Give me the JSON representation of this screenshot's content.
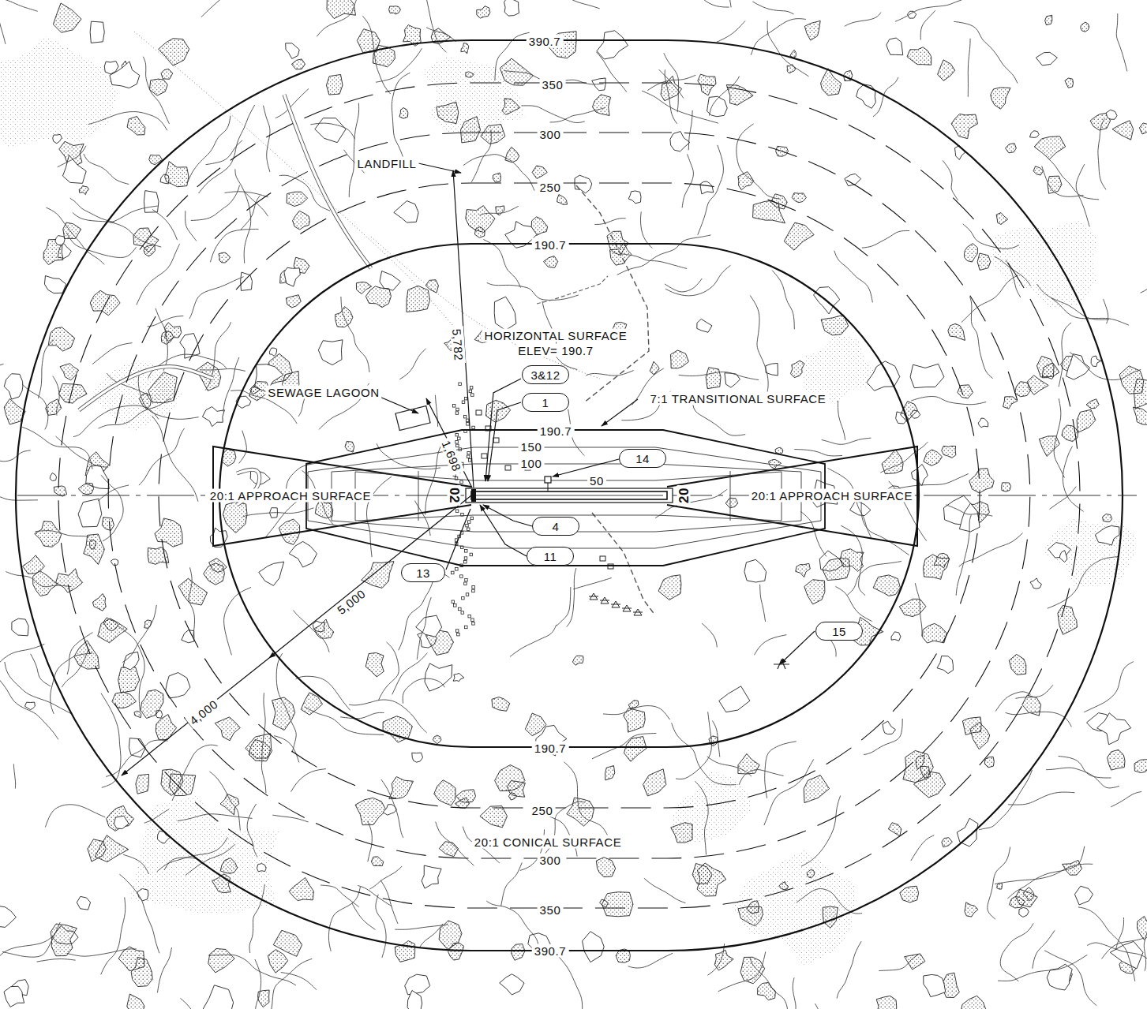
{
  "diagram": {
    "nodes": [
      {
        "text": [
          "3&12"
        ]
      },
      {
        "text": [
          "1"
        ]
      },
      {
        "text": [
          "14"
        ]
      },
      {
        "text": [
          "4"
        ]
      },
      {
        "text": [
          "11"
        ]
      },
      {
        "text": [
          "13"
        ]
      },
      {
        "text": [
          "15"
        ]
      }
    ],
    "labels": [
      "390.7",
      "350",
      "300",
      "LANDFILL",
      "250",
      "190.7",
      "5,782",
      "HORIZONTAL SURFACE",
      "ELEV= 190.7",
      "SEWAGE LAGOON",
      "7:1 TRANSITIONAL SURFACE",
      "190.7",
      "150",
      "100",
      "1,698",
      "50",
      "20:1 APPROACH SURFACE",
      "02",
      "20",
      "20:1 APPROACH SURFACE",
      "5,000",
      "4,000",
      "190.7",
      "250",
      "20:1 CONICAL SURFACE",
      "300",
      "350",
      "390.7"
    ]
  }
}
